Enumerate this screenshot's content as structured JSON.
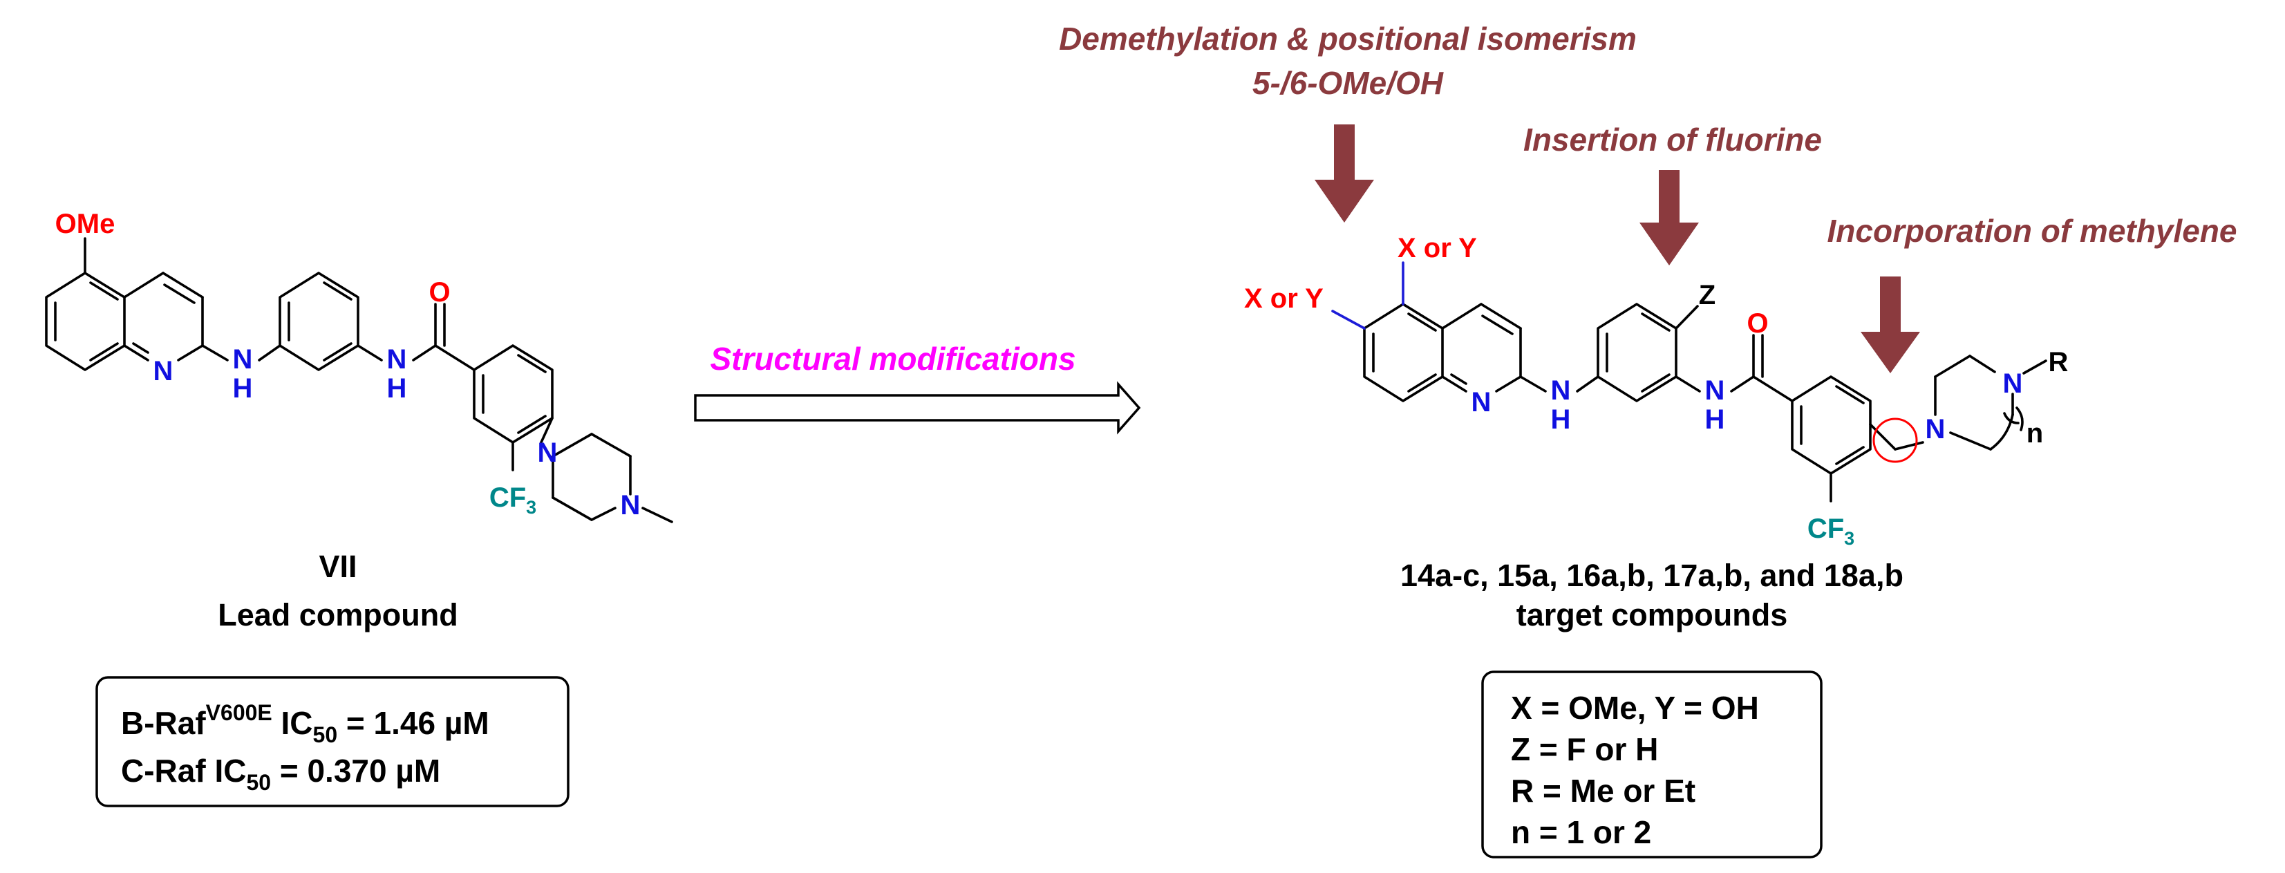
{
  "lead": {
    "substituent": "OMe",
    "id_label": "VII",
    "caption": "Lead compound",
    "activity": {
      "line1": {
        "prefix": "B-Raf",
        "superscript": "V600E",
        "mid": " IC",
        "subscript": "50",
        "suffix": " = 1.46 µM"
      },
      "line2": {
        "prefix": "C-Raf IC",
        "subscript": "50",
        "suffix": " = 0.370 µM"
      }
    }
  },
  "transform_label": "Structural modifications",
  "modifications": {
    "demethylation_line1": "Demethylation & positional isomerism",
    "demethylation_line2": "5-/6-OMe/OH",
    "fluorine": "Insertion of fluorine",
    "methylene": "Incorporation of methylene"
  },
  "target": {
    "sub_5": "X or Y",
    "sub_6": "X or Y",
    "sub_z": "Z",
    "sub_r": "R",
    "sub_n": "n",
    "compounds_line1": "14a-c, 15a, 16a,b, 17a,b, and 18a,b",
    "compounds_line2": "target compounds",
    "definitions": [
      "X = OMe, Y = OH",
      "Z = F or H",
      "R = Me or Et",
      "n = 1 or 2"
    ]
  },
  "atoms": {
    "N": "N",
    "H": "H",
    "O": "O",
    "CF": "CF",
    "three": "3"
  },
  "colors": {
    "annotation": "#8b3a3e",
    "transform": "#ff00ff",
    "nitrogen": "#1010e0",
    "oxygen": "#ff0000",
    "cf3": "#00878a"
  }
}
